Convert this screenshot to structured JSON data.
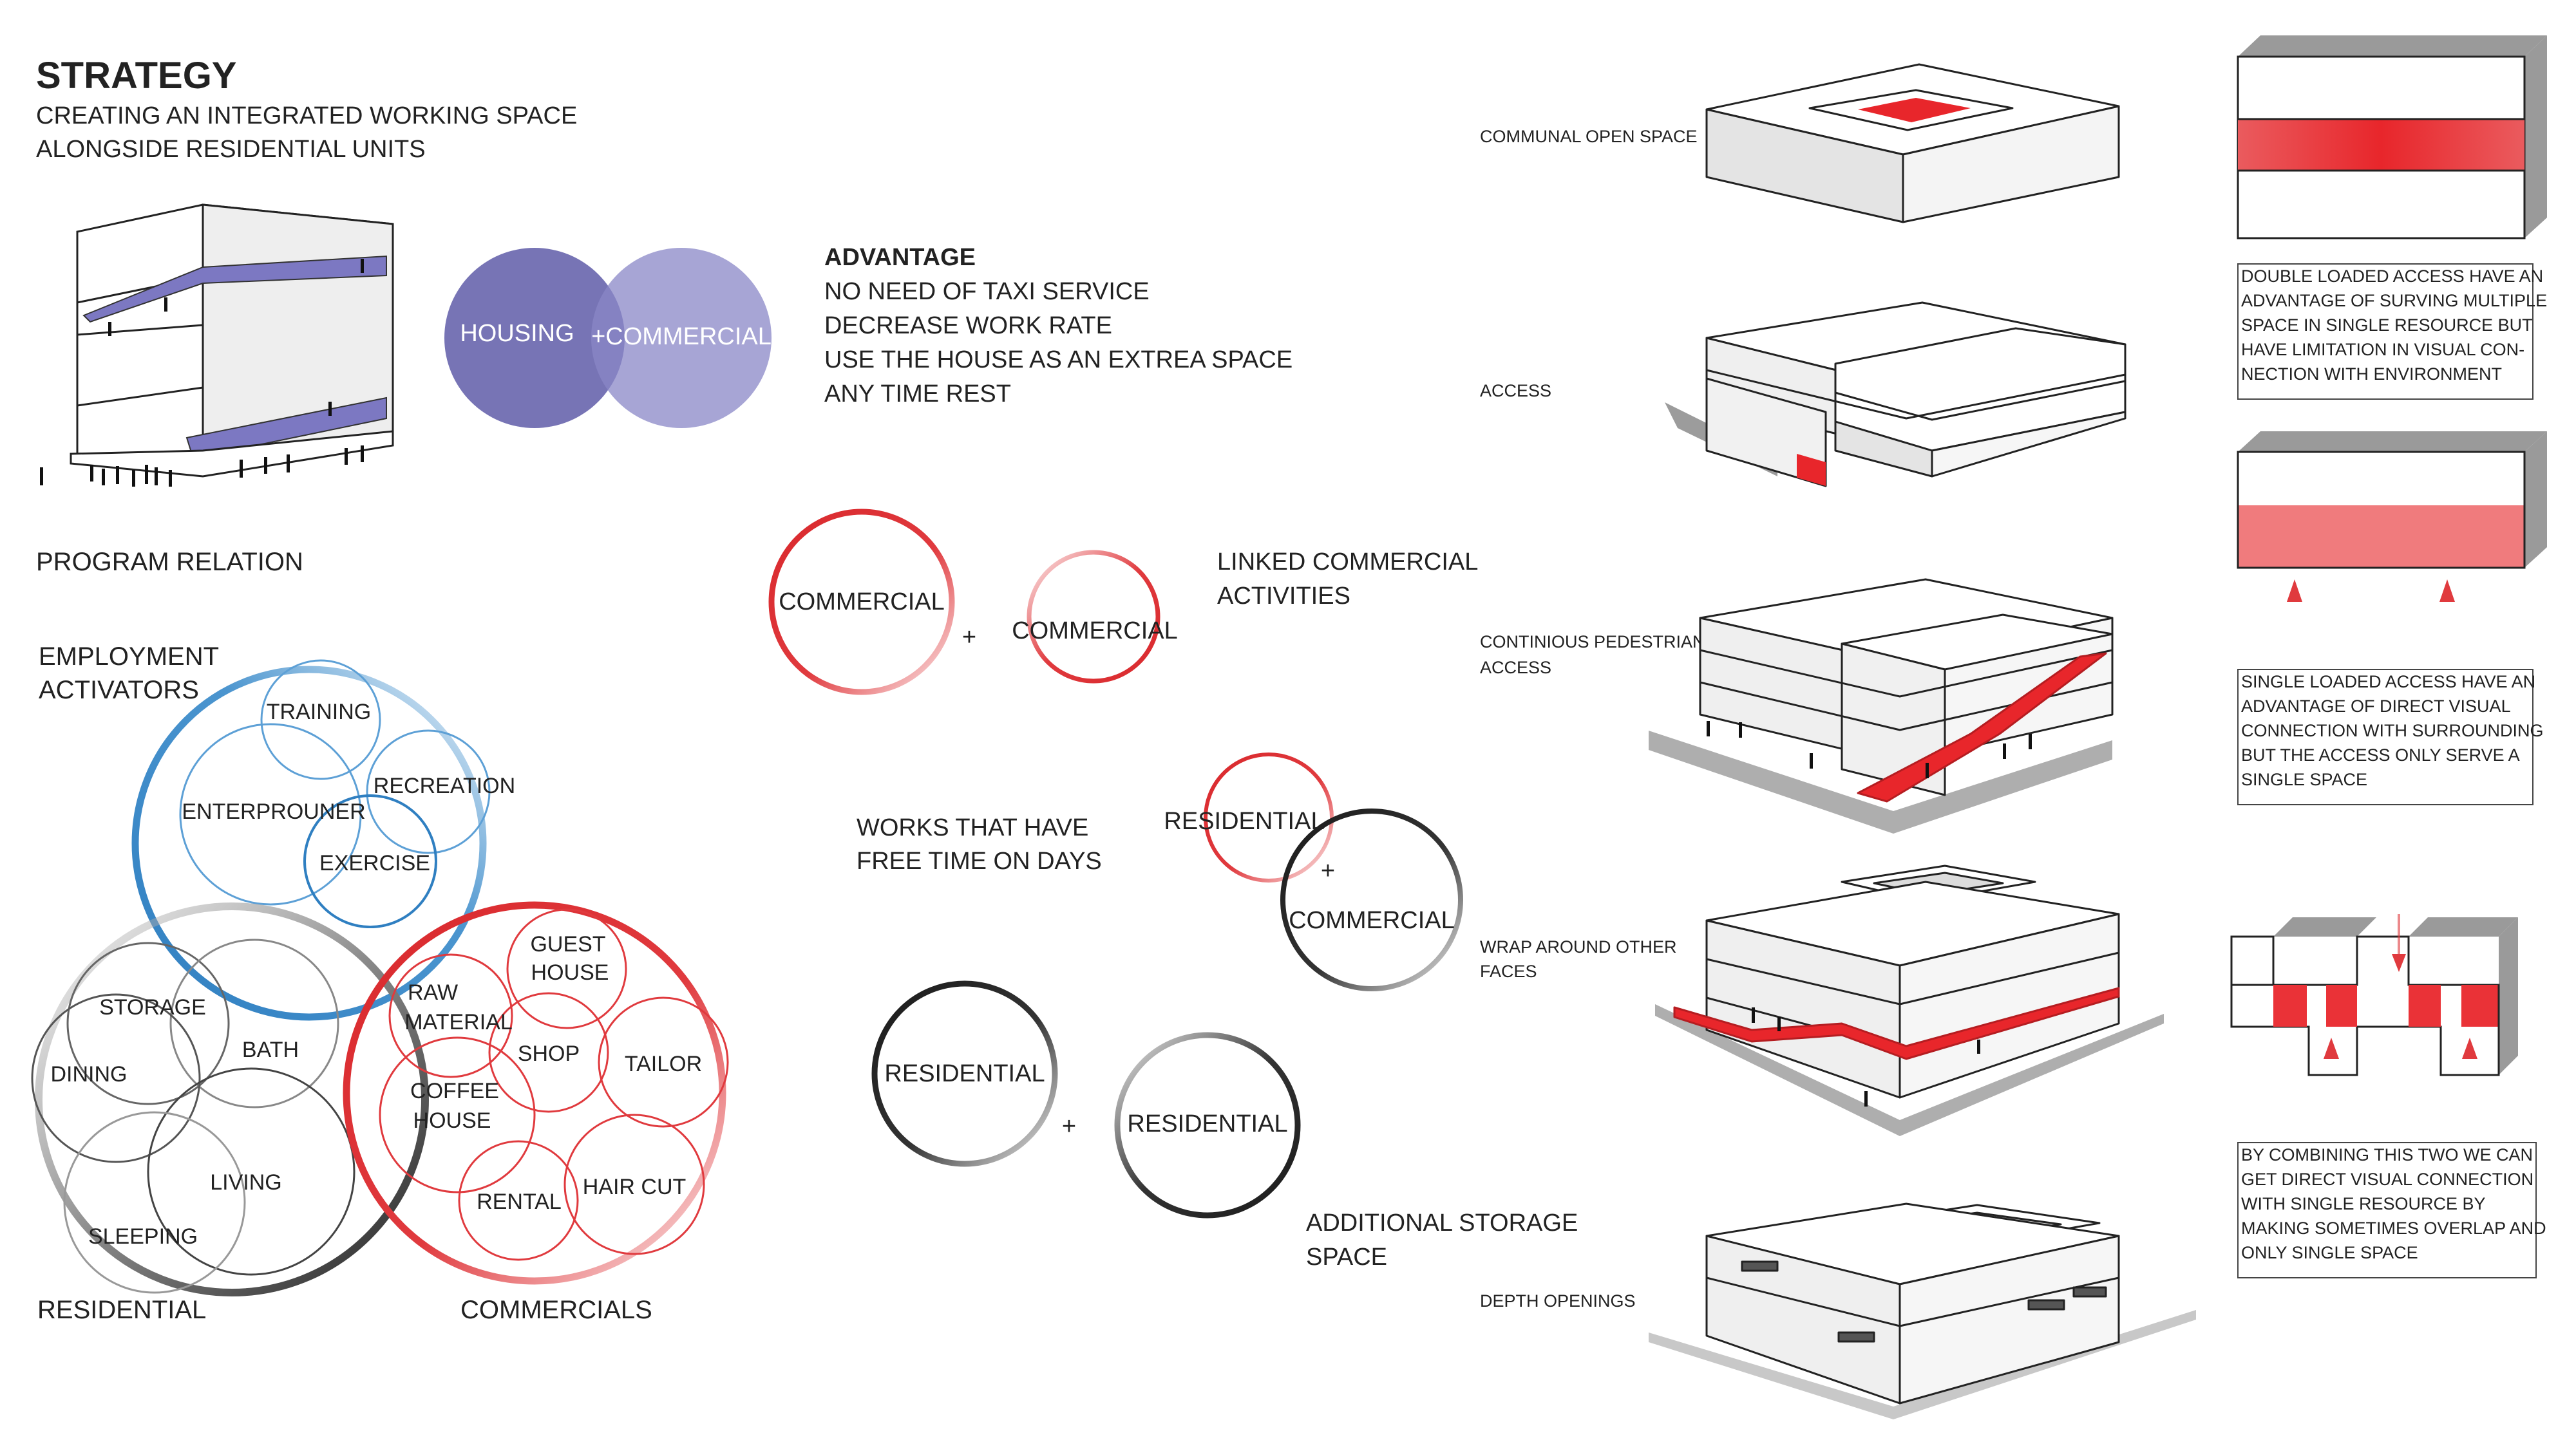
{
  "header": {
    "title": "STRATEGY",
    "subtitle_lines": [
      "CREATING AN INTEGRATED WORKING SPACE",
      "ALONGSIDE RESIDENTIAL UNITS"
    ]
  },
  "venn_top": {
    "left": "HOUSING",
    "right": "+COMMERCIAL"
  },
  "advantage": {
    "heading": "ADVANTAGE",
    "items": [
      "NO NEED OF TAXI SERVICE",
      "DECREASE WORK RATE",
      "USE THE HOUSE AS AN EXTREA SPACE",
      "ANY TIME REST"
    ]
  },
  "program": {
    "title": "PROGRAM RELATION",
    "employment_lines": [
      "EMPLOYMENT",
      "ACTIVATORS"
    ],
    "residential_label": "RESIDENTIAL",
    "commercials_label": "COMMERCIALS",
    "employment_items": [
      "TRAINING",
      "RECREATION",
      "ENTERPROUNER",
      "EXERCISE"
    ],
    "residential_items": [
      "STORAGE",
      "BATH",
      "DINING",
      "LIVING",
      "SLEEPING"
    ],
    "commercial_items": {
      "raw": [
        "RAW",
        "MATERIAL"
      ],
      "guest": [
        "GUEST",
        "HOUSE"
      ],
      "shop": "SHOP",
      "tailor": "TAILOR",
      "coffee": [
        "COFFEE",
        "HOUSE"
      ],
      "rental": "RENTAL",
      "haircut": "HAIR CUT"
    }
  },
  "relations": {
    "r1": {
      "a": "COMMERCIAL",
      "plus": "+",
      "b": "COMMERCIAL",
      "note_lines": [
        "LINKED COMMERCIAL",
        "ACTIVITIES"
      ]
    },
    "r2": {
      "note_lines": [
        "WORKS THAT HAVE",
        "FREE TIME ON DAYS"
      ],
      "a": "RESIDENTIAL",
      "plus": "+",
      "b": "COMMERCIAL"
    },
    "r3": {
      "a": "RESIDENTIAL",
      "plus": "+",
      "b": "RESIDENTIAL",
      "note_lines": [
        "ADDITIONAL STORAGE",
        "SPACE"
      ]
    }
  },
  "diagrams": {
    "communal": "COMMUNAL OPEN SPACE",
    "access": "ACCESS",
    "pedestrian_lines": [
      "CONTINIOUS PEDESTRIAN",
      "ACCESS"
    ],
    "wrap_lines": [
      "WRAP AROUND OTHER",
      "FACES"
    ],
    "depth": "DEPTH OPENINGS"
  },
  "notes": {
    "double": [
      "DOUBLE LOADED ACCESS HAVE AN",
      "ADVANTAGE OF SURVING MULTIPLE",
      "SPACE IN SINGLE RESOURCE BUT",
      "HAVE LIMITATION IN VISUAL CON-",
      "NECTION WITH ENVIRONMENT"
    ],
    "single": [
      "SINGLE LOADED ACCESS HAVE AN",
      "ADVANTAGE OF DIRECT VISUAL",
      "CONNECTION WITH SURROUNDING",
      "BUT THE ACCESS ONLY SERVE A",
      "SINGLE SPACE"
    ],
    "combined": [
      "BY COMBINING THIS TWO WE CAN",
      "GET DIRECT VISUAL CONNECTION",
      "WITH SINGLE RESOURCE BY",
      "MAKING SOMETIMES OVERLAP AND",
      "ONLY SINGLE SPACE"
    ]
  },
  "colors": {
    "accent_red": "#e03a3e",
    "accent_purple": "#6f6cb2",
    "accent_blue": "#2f7fc1",
    "dark_ring": "#222222"
  }
}
